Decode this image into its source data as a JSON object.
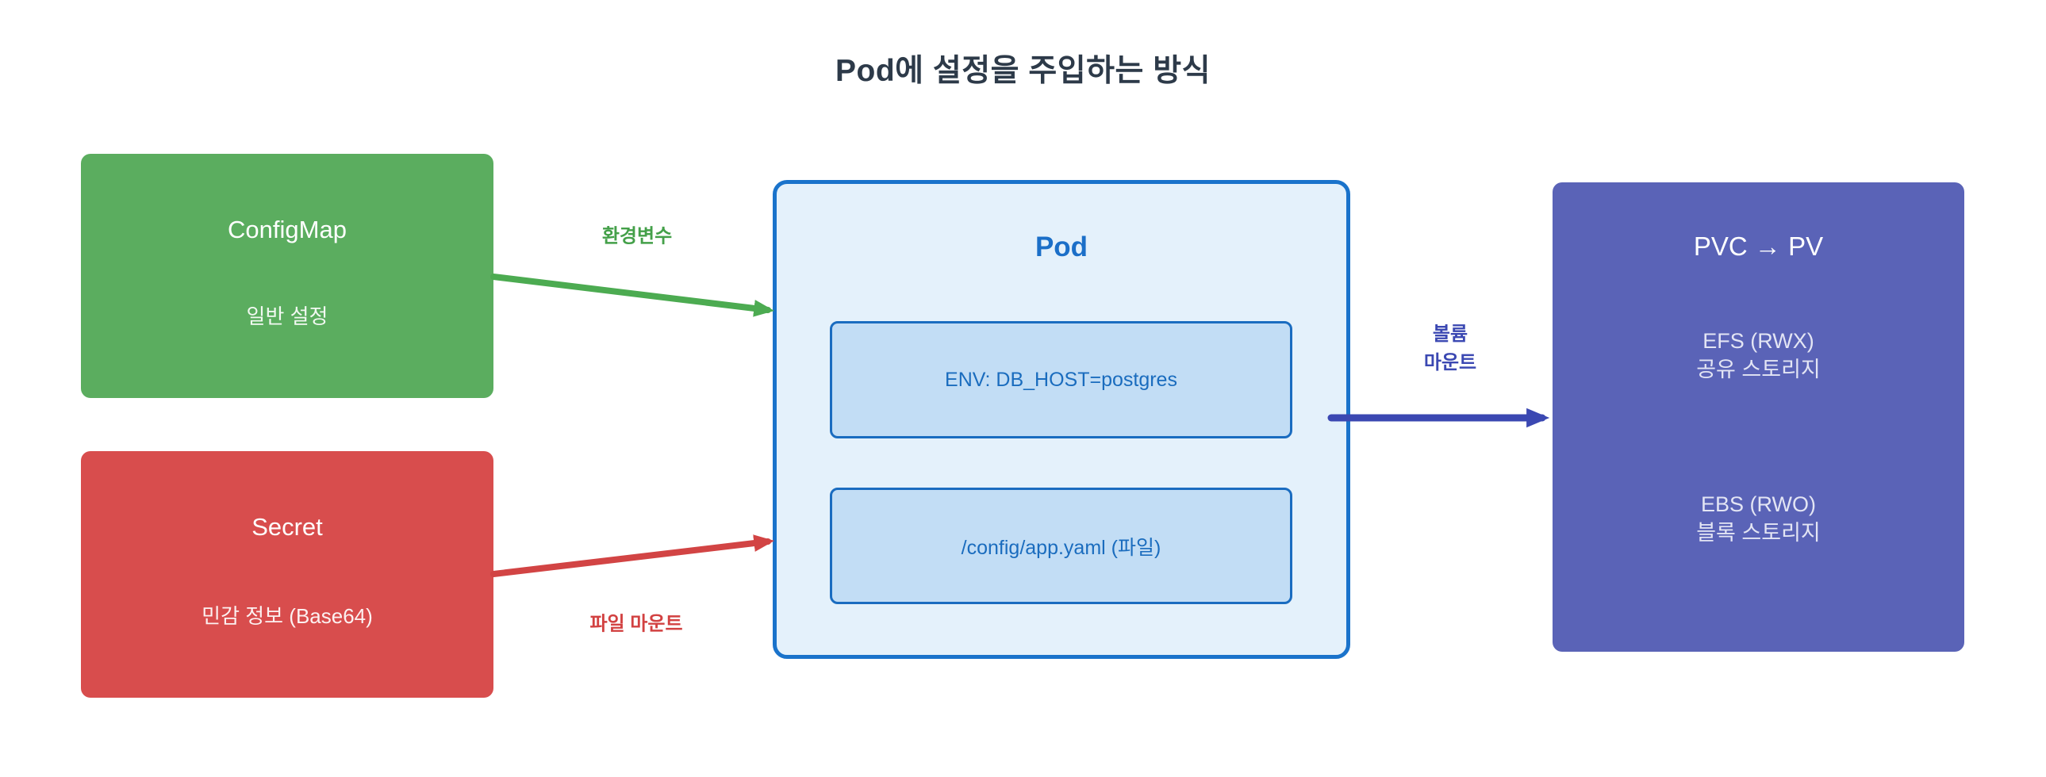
{
  "title": "Pod에 설정을 주입하는 방식",
  "nodes": {
    "configmap": {
      "title": "ConfigMap",
      "subtitle": "일반 설정",
      "color": "#5bad5f"
    },
    "secret": {
      "title": "Secret",
      "subtitle": "민감 정보 (Base64)",
      "color": "#d84d4d"
    },
    "pod": {
      "title": "Pod",
      "env_item": "ENV: DB_HOST=postgres",
      "file_item": "/config/app.yaml (파일)",
      "fill_color": "#e4f1fb",
      "border_color": "#1a73cb",
      "item_fill_color": "#c2ddf5"
    },
    "pvc": {
      "title": "PVC → PV",
      "efs_line1": "EFS (RWX)",
      "efs_line2": "공유 스토리지",
      "ebs_line1": "EBS (RWO)",
      "ebs_line2": "블록 스토리지",
      "color": "#5a63b7"
    }
  },
  "edges": {
    "env": {
      "label": "환경변수",
      "color": "#4cab51"
    },
    "file": {
      "label": "파일 마운트",
      "color": "#d24444"
    },
    "volume": {
      "label_line1": "볼륨",
      "label_line2": "마운트",
      "color": "#3b48b2"
    }
  }
}
